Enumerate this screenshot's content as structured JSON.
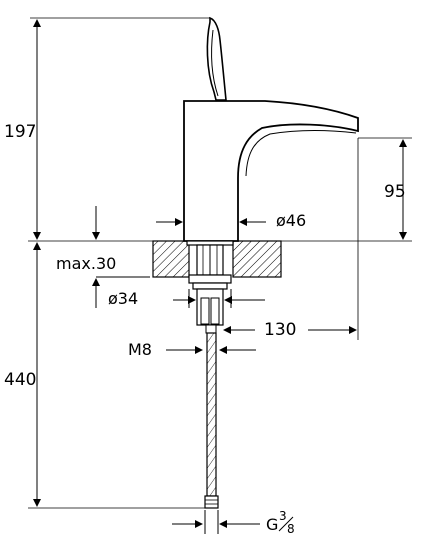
{
  "drawing": {
    "labels": {
      "total_height_above": "197",
      "spout_height": "95",
      "body_diameter": "ø46",
      "max_thickness": "max.30",
      "hole_diameter": "ø34",
      "reach": "130",
      "thread": "M8",
      "hose_length": "440",
      "connection": "G",
      "connection_fraction_num": "3",
      "connection_fraction_den": "8"
    }
  }
}
